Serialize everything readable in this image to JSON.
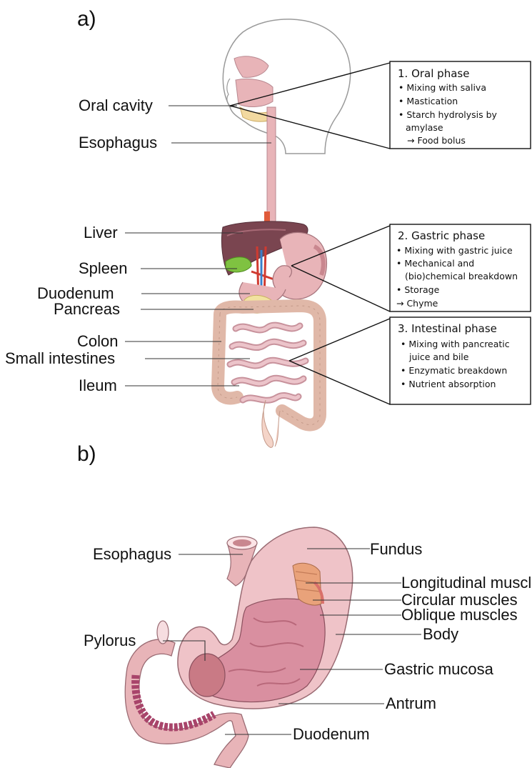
{
  "panel_a": {
    "letter": "a)",
    "labels": {
      "oral_cavity": "Oral cavity",
      "esophagus": "Esophagus",
      "liver": "Liver",
      "spleen": "Spleen",
      "duodenum": "Duodenum",
      "pancreas": "Pancreas",
      "colon": "Colon",
      "small_intestines": "Small intestines",
      "ileum": "Ileum"
    },
    "boxes": {
      "oral": {
        "title": "1. Oral phase",
        "items": [
          "• Mixing with saliva",
          "• Mastication",
          "• Starch hydrolysis by",
          "amylase",
          "→ Food bolus"
        ]
      },
      "gastric": {
        "title": "2. Gastric phase",
        "items": [
          "• Mixing with gastric juice",
          "• Mechanical and",
          "(bio)chemical breakdown",
          "• Storage",
          "→ Chyme"
        ]
      },
      "intestinal": {
        "title": "3. Intestinal phase",
        "items": [
          "• Mixing with pancreatic",
          "juice and bile",
          "• Enzymatic breakdown",
          "• Nutrient absorption"
        ]
      }
    }
  },
  "panel_b": {
    "letter": "b)",
    "labels": {
      "esophagus": "Esophagus",
      "fundus": "Fundus",
      "longitudinal": "Longitudinal muscles",
      "circular": "Circular muscles",
      "oblique": "Oblique muscles",
      "body": "Body",
      "pylorus": "Pylorus",
      "gastric_mucosa": "Gastric mucosa",
      "antrum": "Antrum",
      "duodenum": "Duodenum"
    }
  },
  "colors": {
    "skin_outline": "#9a9a9a",
    "gi_pink": "#e8b4b8",
    "gi_dark": "#c9878f",
    "liver": "#7a4550",
    "spleen_green": "#7fc241",
    "mucosa": "#d98fa0",
    "muscle_orange": "#e9a27a"
  }
}
